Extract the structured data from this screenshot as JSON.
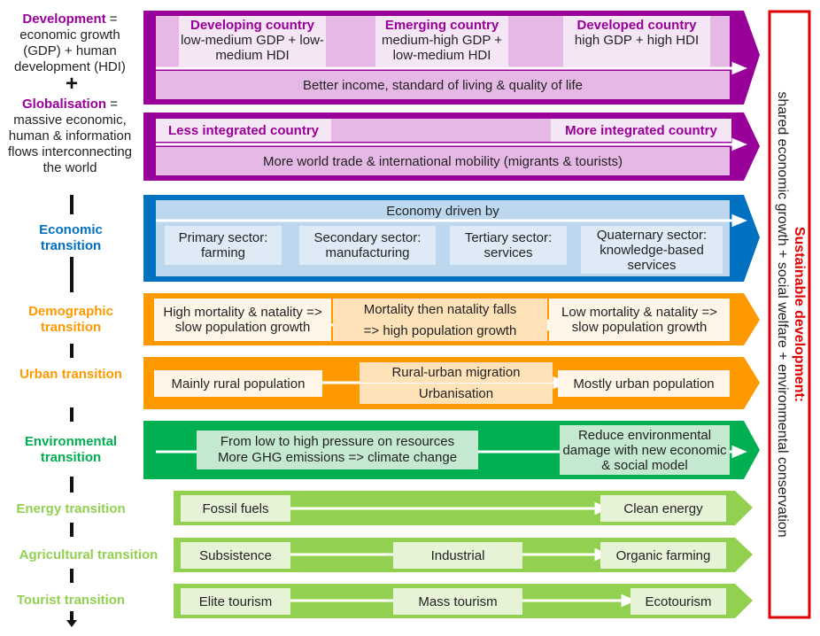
{
  "left": {
    "development_term": "Development",
    "development_def": "= economic growth (GDP) + human development (HDI)",
    "plus": "+",
    "globalisation_term": "Globalisation",
    "globalisation_def": "= massive economic, human & information flows interconnecting the world",
    "economic": "Economic transition",
    "demographic": "Demographic transition",
    "urban": "Urban transition",
    "environmental": "Environmental transition",
    "energy": "Energy transition",
    "agricultural": "Agricultural transition",
    "tourist": "Tourist transition"
  },
  "development_band": {
    "developing_title": "Developing country",
    "developing_text": "low-medium GDP + low-medium HDI",
    "emerging_title": "Emerging country",
    "emerging_text": "medium-high GDP + low-medium HDI",
    "developed_title": "Developed country",
    "developed_text": "high GDP + high HDI",
    "bottom": "Better income, standard of living & quality of life"
  },
  "globalisation_band": {
    "less": "Less integrated country",
    "more": "More integrated country",
    "bottom": "More world trade & international mobility (migrants & tourists)"
  },
  "economic_band": {
    "top": "Economy driven by",
    "primary": "Primary sector: farming",
    "secondary": "Secondary sector: manufacturing",
    "tertiary": "Tertiary sector: services",
    "quaternary": "Quaternary sector: knowledge-based services"
  },
  "demographic_band": {
    "left": "High mortality & natality => slow population growth",
    "middle_top": "Mortality then natality falls",
    "middle_bottom": "=> high population growth",
    "right": "Low mortality & natality => slow population growth"
  },
  "urban_band": {
    "left": "Mainly rural population",
    "middle_top": "Rural-urban migration",
    "middle_bottom": "Urbanisation",
    "right": "Mostly urban population"
  },
  "environmental_band": {
    "left_line1": "From low to high pressure on resources",
    "left_line2": "More GHG emissions => climate change",
    "right": "Reduce environmental damage with new economic & social model"
  },
  "energy_band": {
    "left": "Fossil fuels",
    "right": "Clean energy"
  },
  "agricultural_band": {
    "left": "Subsistence",
    "middle": "Industrial",
    "right": "Organic farming"
  },
  "tourist_band": {
    "left": "Elite tourism",
    "middle": "Mass tourism",
    "right": "Ecotourism"
  },
  "sustainable": {
    "title": "Sustainable development:",
    "text": "shared economic growth + social welfare + environmental conservation"
  },
  "colors": {
    "purple": "#990099",
    "blue": "#0070C0",
    "orange": "#FF9900",
    "green": "#00B050",
    "lightgreen": "#92D050",
    "red": "#E00000"
  }
}
